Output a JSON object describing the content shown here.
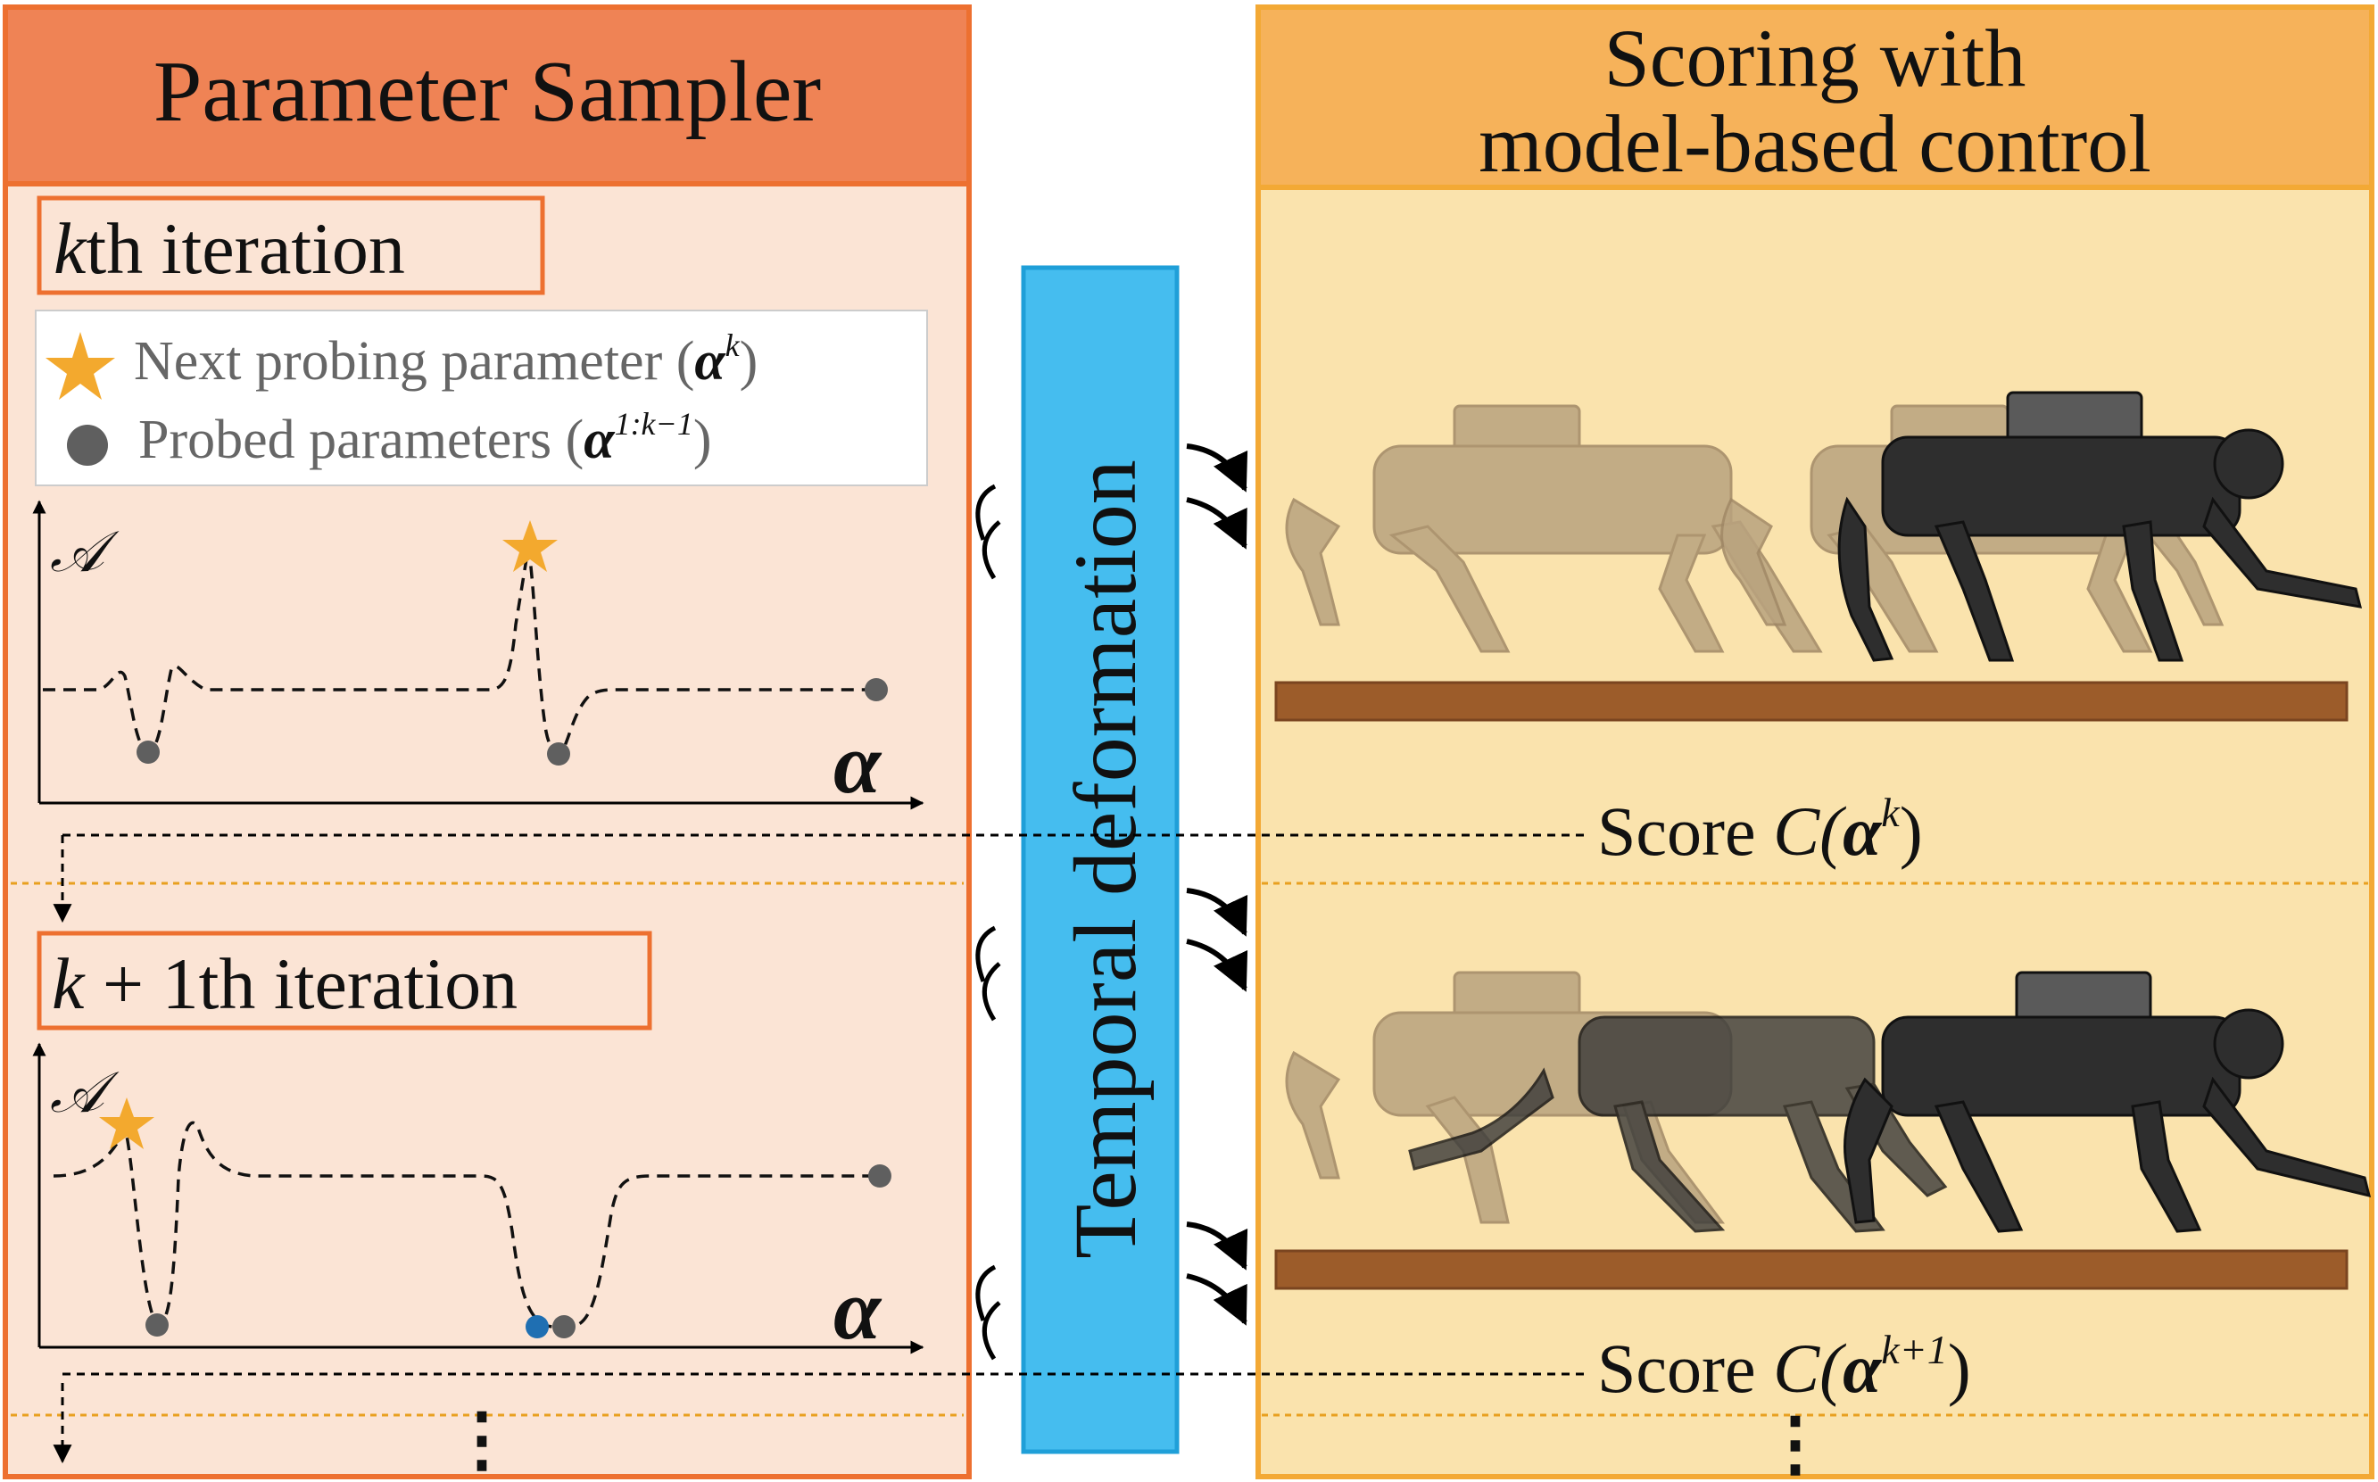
{
  "left_panel": {
    "title": "Parameter Sampler",
    "iteration_k": {
      "label_var": "k",
      "label_text": "th iteration"
    },
    "iteration_k1": {
      "label_var": "k",
      "label_text": " + 1th iteration"
    },
    "legend": {
      "next": {
        "text": "Next probing parameter (",
        "symbol": "α",
        "sup": "k",
        "close": ")"
      },
      "probed": {
        "text": "Probed parameters (",
        "symbol": "α",
        "sup": "1:k−1",
        "close": ")"
      }
    },
    "axis_y": "𝒜",
    "axis_x": "α",
    "ellipsis": "⋮"
  },
  "middle": {
    "label": "Temporal deformation"
  },
  "right_panel": {
    "title_line1": "Scoring with",
    "title_line2": "model-based control",
    "score_k": {
      "text": "Score ",
      "func": "C(",
      "symbol": "α",
      "sup": "k",
      "close": ")"
    },
    "score_k1": {
      "text": "Score ",
      "func": "C(",
      "symbol": "α",
      "sup": "k+1",
      "close": ")"
    },
    "ellipsis": "⋮"
  },
  "colors": {
    "left_title_bg": "#ef8355",
    "left_border": "#ed7030",
    "left_body_bg": "#fbe4d5",
    "right_title_bg": "#f6b25a",
    "right_border": "#f3a935",
    "right_body_bg": "#fae3ad",
    "middle_bar": "#45bdef",
    "middle_border": "#1f9fd8",
    "star": "#f3a92e",
    "probed": "#5f5f5f",
    "probed_highlight": "#1f6fb2",
    "ground": "#9c5c2a",
    "robot_faded": "#b9a37f",
    "robot_dark": "#2e2e2e"
  }
}
